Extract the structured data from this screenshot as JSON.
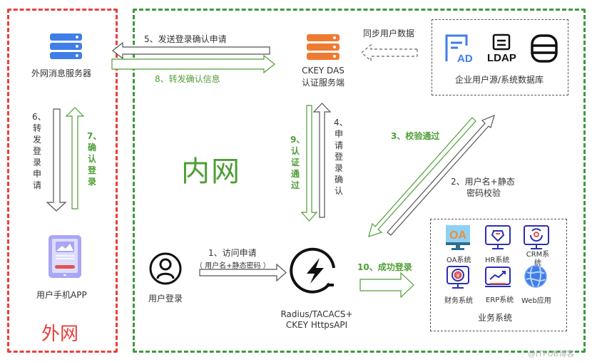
{
  "zones": {
    "outer": {
      "label": "外网",
      "color": "#e8403c"
    },
    "inner": {
      "label": "内网",
      "color": "#4f9e36"
    }
  },
  "nodes": {
    "external_msg_server": {
      "label": "外网消息服务器",
      "icon": "server-icon",
      "color": "#3f7ee8"
    },
    "ckey_das": {
      "label_line1": "CKEY DAS",
      "label_line2": "认证服务端",
      "icon": "server-icon",
      "color": "#ef7b32"
    },
    "user_source": {
      "label": "企业用户源/系统数据库",
      "items": [
        {
          "name": "ad-icon",
          "text": "AD"
        },
        {
          "name": "ldap-icon",
          "text": "LDAP"
        },
        {
          "name": "database-icon",
          "text": ""
        }
      ]
    },
    "mobile_app": {
      "label": "用户手机APP",
      "icon": "tablet-icon"
    },
    "user_login": {
      "label": "用户登录",
      "icon": "user-icon"
    },
    "radius": {
      "label_line1": "Radius/TACACS+",
      "label_line2": "CKEY HttpsAPI",
      "icon": "lightning-icon"
    },
    "business": {
      "label": "业务系统",
      "systems": [
        {
          "label": "OA系统",
          "icon": "oa-icon",
          "badge": "OA"
        },
        {
          "label": "HR系统",
          "icon": "hr-icon"
        },
        {
          "label": "CRM系统",
          "icon": "crm-icon"
        },
        {
          "label": "财务系统",
          "icon": "finance-icon",
          "badge": "¥"
        },
        {
          "label": "ERP系统",
          "icon": "erp-icon"
        },
        {
          "label": "Web应用",
          "icon": "web-icon"
        }
      ]
    }
  },
  "steps": {
    "s1": {
      "line1": "1、访问申请",
      "line2": "（ 用户名+静态密码 ）"
    },
    "s2": {
      "line1": "2、用户名+静态",
      "line2": "密码校验"
    },
    "s3": {
      "text": "3、校验通过"
    },
    "s4": {
      "text": "4、申请登录确认"
    },
    "s5": {
      "text": "5、发送登录确认申请"
    },
    "s6": {
      "text": "6、转发登录申请"
    },
    "s7": {
      "text": "7、确认登录"
    },
    "s8": {
      "text": "8、转发确认信息"
    },
    "s9": {
      "text": "9、认证通过"
    },
    "s10": {
      "text": "10、成功登录"
    },
    "sync": {
      "text": "同步用户数据"
    }
  },
  "watermark": "@ITPUB博客"
}
